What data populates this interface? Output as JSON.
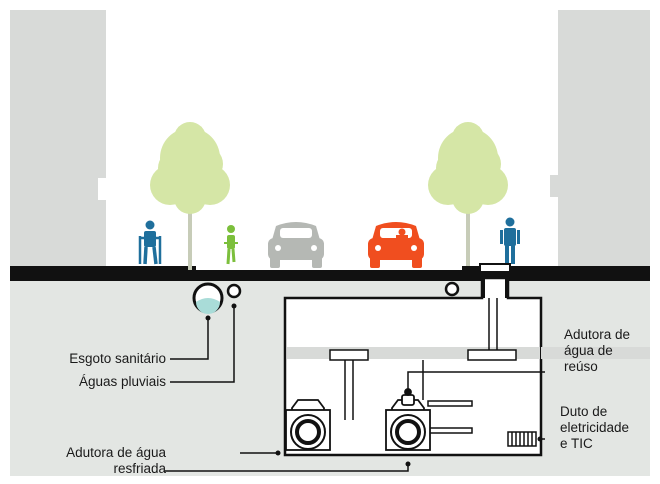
{
  "labels": {
    "sanitary_sewer": "Esgoto sanitário",
    "storm_water": "Águas pluviais",
    "chilled_water_main": "Adutora de água\nresfriada",
    "reuse_water_main": "Adutora de\nágua de\nreúso",
    "electricity_ict_duct": "Duto de\neletricidade\ne TIC"
  },
  "colors": {
    "ground": "#e3e6e3",
    "buildings": "#d8dad8",
    "road": "#111111",
    "tree": "#d5e6a6",
    "trunk": "#c7ccb8",
    "pedestrian": "#1f6f9c",
    "cyclist": "#7cbf3c",
    "gray_car": "#b5b8b4",
    "red_car": "#f04e1f",
    "storm_water_fill": "#a9dcd8"
  }
}
